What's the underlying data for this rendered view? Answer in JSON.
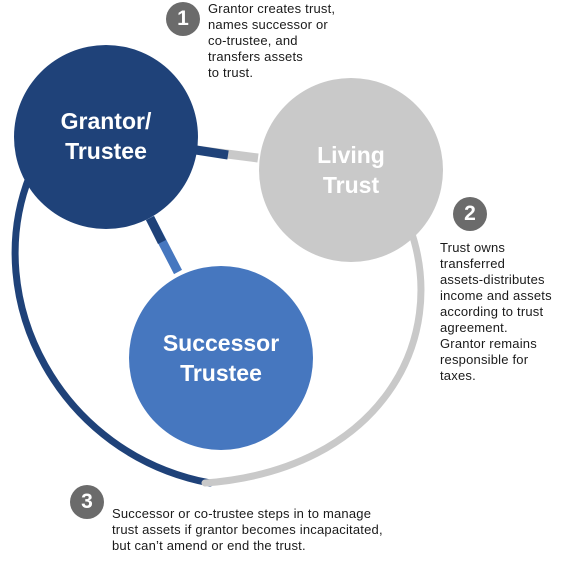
{
  "colors": {
    "grantor": "#1f4279",
    "successor": "#4677bf",
    "living_trust": "#c9c9c9",
    "badge": "#6b6b6b",
    "dark_arrow": "#1f4279",
    "light_arrow": "#c9c9c9"
  },
  "nodes": {
    "grantor": {
      "label": "Grantor/\nTrustee"
    },
    "living_trust": {
      "label": "Living\nTrust"
    },
    "successor": {
      "label": "Successor\nTrustee"
    }
  },
  "steps": [
    {
      "number": "1",
      "text": "Grantor creates trust,\nnames successor or\nco-trustee, and\ntransfers assets\nto trust."
    },
    {
      "number": "2",
      "text": "Trust owns\ntransferred\nassets-distributes\nincome and assets\naccording to trust\nagreement.\nGrantor remains\nresponsible for\ntaxes."
    },
    {
      "number": "3",
      "text": "Successor or co-trustee steps in to manage\ntrust assets if grantor becomes incapacitated,\nbut can’t amend or end the trust."
    }
  ]
}
